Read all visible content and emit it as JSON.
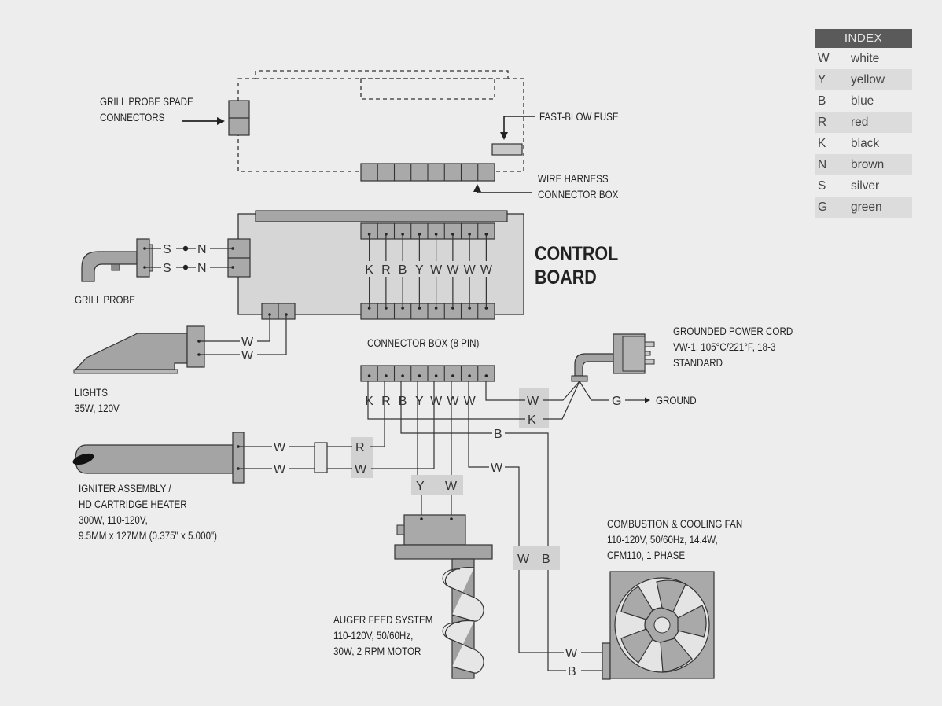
{
  "index": {
    "title": "INDEX",
    "rows": [
      {
        "code": "W",
        "name": "white"
      },
      {
        "code": "Y",
        "name": "yellow"
      },
      {
        "code": "B",
        "name": "blue"
      },
      {
        "code": "R",
        "name": "red"
      },
      {
        "code": "K",
        "name": "black"
      },
      {
        "code": "N",
        "name": "brown"
      },
      {
        "code": "S",
        "name": "silver"
      },
      {
        "code": "G",
        "name": "green"
      }
    ]
  },
  "labels": {
    "grill_probe_spade": [
      "GRILL PROBE SPADE",
      "CONNECTORS"
    ],
    "fast_blow_fuse": "FAST-BLOW FUSE",
    "wire_harness": [
      "WIRE HARNESS",
      "CONNECTOR BOX"
    ],
    "control_board": [
      "CONTROL",
      "BOARD"
    ],
    "grill_probe": "GRILL PROBE",
    "lights": [
      "LIGHTS",
      "35W, 120V"
    ],
    "connector_box_8pin": "CONNECTOR BOX (8 PIN)",
    "power_cord": [
      "GROUNDED POWER CORD",
      "VW-1, 105°C/221°F, 18-3",
      "STANDARD"
    ],
    "ground": "GROUND",
    "igniter": [
      "IGNITER ASSEMBLY /",
      "HD CARTRIDGE HEATER",
      "300W, 110-120V,",
      "9.5MM x 127MM (0.375\" x 5.000\")"
    ],
    "fan": [
      "COMBUSTION & COOLING FAN",
      "110-120V, 50/60Hz, 14.4W,",
      "CFM110, 1 PHASE"
    ],
    "auger": [
      "AUGER FEED SYSTEM",
      "110-120V, 50/60Hz,",
      "30W, 2 RPM MOTOR"
    ]
  },
  "wire_codes": {
    "board_pins": [
      "K",
      "R",
      "B",
      "Y",
      "W",
      "W",
      "W",
      "W"
    ],
    "box_pins": [
      "K",
      "R",
      "B",
      "Y",
      "W",
      "W",
      "W"
    ],
    "probe_wires": [
      "S",
      "N",
      "S",
      "N"
    ],
    "light_wires": [
      "W",
      "W"
    ],
    "power_wires": [
      "W",
      "K"
    ],
    "ground_wire": "G",
    "igniter_wires": [
      "W",
      "W"
    ],
    "igniter_box": [
      "R",
      "W"
    ],
    "blue_wire": "B",
    "fan_feed": "W",
    "auger_wires": [
      "Y",
      "W"
    ],
    "fan_box": [
      "W",
      "B"
    ],
    "fan_wires": [
      "W",
      "B"
    ]
  }
}
